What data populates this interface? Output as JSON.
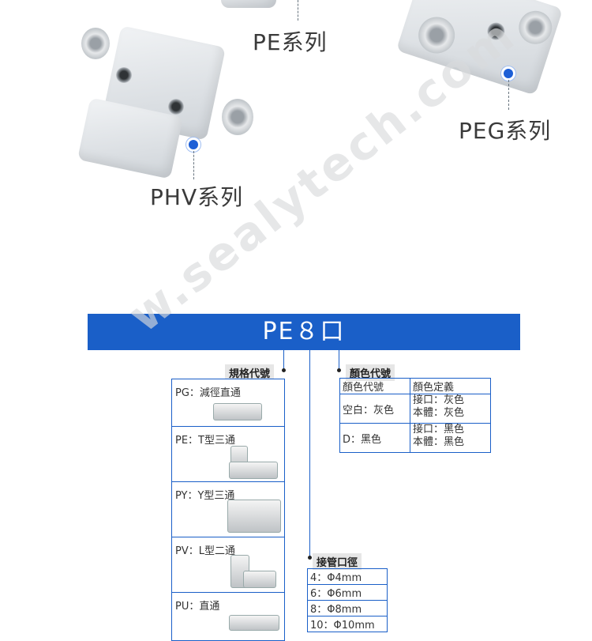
{
  "callouts": {
    "pe": "PE系列",
    "peg": "PEG系列",
    "phv": "PHV系列"
  },
  "watermark": "w.sealytech.com",
  "banner": {
    "text": "PE８口"
  },
  "spec": {
    "header": "規格代號",
    "items": [
      {
        "label": "PG：減徑直通"
      },
      {
        "label": "PE：T型三通"
      },
      {
        "label": "PY：Y型三通"
      },
      {
        "label": "PV：L型二通"
      },
      {
        "label": "PU：直通"
      }
    ]
  },
  "color": {
    "header": "顏色代號",
    "col1": "顏色代號",
    "col2": "顏色定義",
    "rows": [
      {
        "code": "空白：灰色",
        "def1": "接口：灰色",
        "def2": "本體：灰色"
      },
      {
        "code": "D：黑色",
        "def1": "接口：黑色",
        "def2": "本體：黑色"
      }
    ]
  },
  "diameter": {
    "header": "接管口徑",
    "rows": [
      "4：Φ4mm",
      "6：Φ6mm",
      "8：Φ8mm",
      "10：Φ10mm"
    ]
  },
  "colors": {
    "accent": "#1a5fc8",
    "dot": "#1d5fd6"
  }
}
